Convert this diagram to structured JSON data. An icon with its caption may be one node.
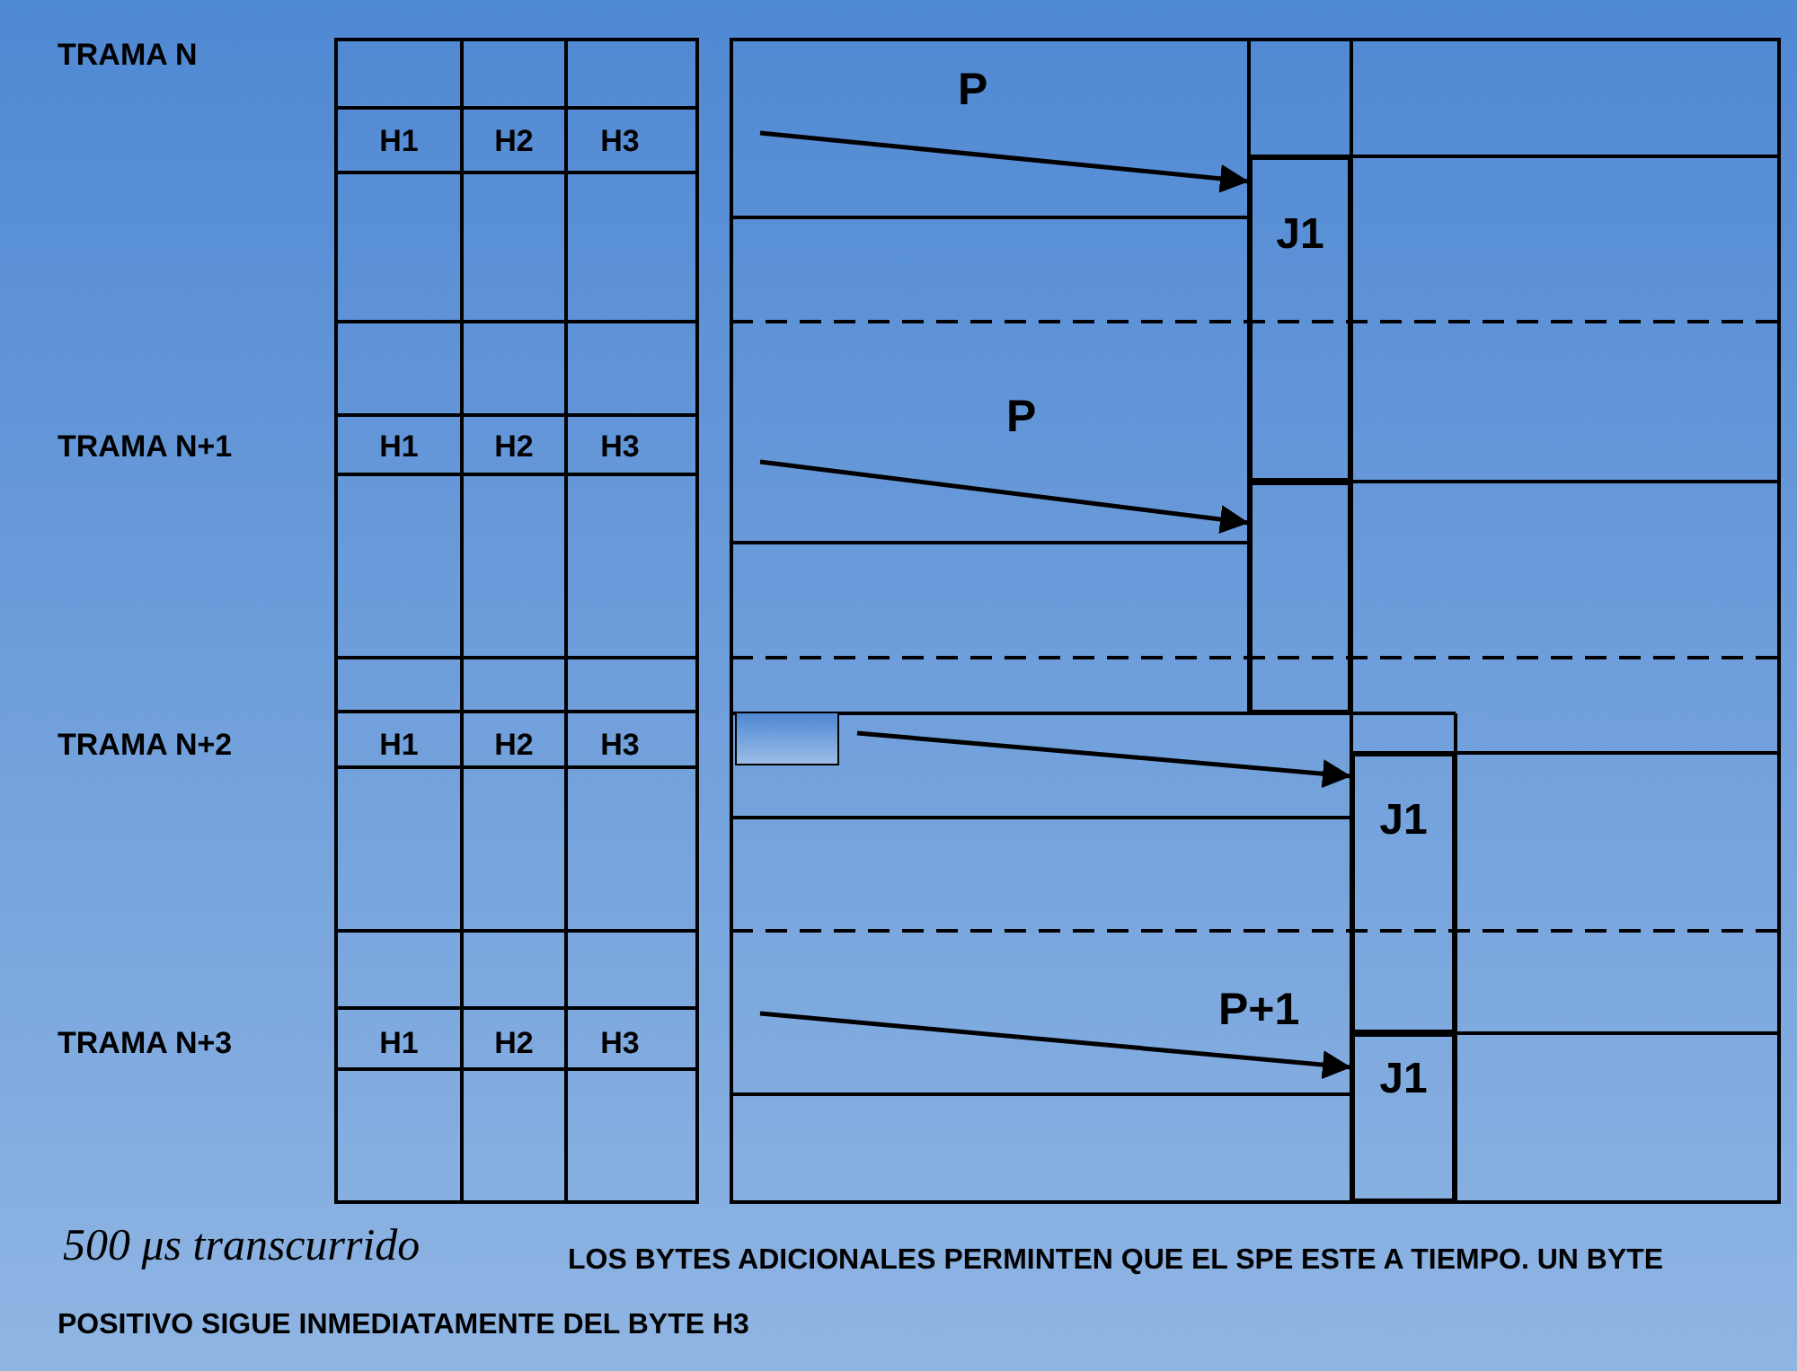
{
  "diagram": {
    "nodes": [
      {
        "text": [
          "J1"
        ]
      },
      {
        "text": [],
        "shape": "box"
      },
      {
        "text": [],
        "shape": "box"
      },
      {
        "text": [
          "J1"
        ]
      },
      {
        "text": [
          "J1"
        ]
      }
    ],
    "edges": [
      {
        "from": null,
        "to": 0,
        "arrow": "to",
        "label": "P"
      },
      {
        "from": null,
        "to": 1,
        "arrow": "to",
        "label": "P"
      },
      {
        "from": 2,
        "to": 3,
        "arrow": "to"
      },
      {
        "from": null,
        "to": 4,
        "arrow": "to",
        "label": "P+1"
      }
    ],
    "labels": [
      "TRAMA N",
      "H1",
      "H2",
      "H3",
      "TRAMA N+1",
      "H1",
      "H2",
      "H3",
      "TRAMA N+2",
      "H1",
      "H2",
      "H3",
      "TRAMA N+3",
      "H1",
      "H2",
      "H3",
      "500 μs transcurrido",
      "LOS BYTES ADICIONALES PERMINTEN QUE EL SPE ESTE A TIEMPO. UN BYTE POSITIVO SIGUE INMEDIATAMENTE DEL BYTE H3"
    ]
  }
}
